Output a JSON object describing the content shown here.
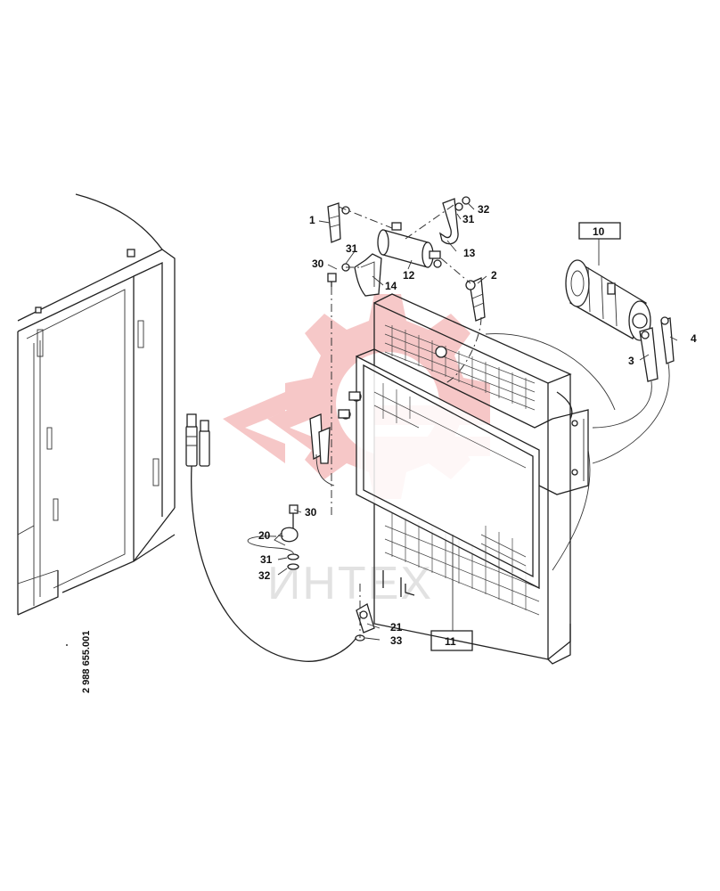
{
  "drawing_number": "2 988 655.001",
  "watermark": {
    "text": "ИНТЕХ",
    "color": "#e03a3a"
  },
  "callouts": {
    "c1": "1",
    "c2": "2",
    "c3": "3",
    "c4": "4",
    "c10": "10",
    "c11": "11",
    "c12": "12",
    "c13": "13",
    "c14": "14",
    "c20": "20",
    "c21": "21",
    "c30a": "30",
    "c30b": "30",
    "c31a": "31",
    "c31b": "31",
    "c31c": "31",
    "c32a": "32",
    "c32b": "32",
    "c33": "33"
  }
}
